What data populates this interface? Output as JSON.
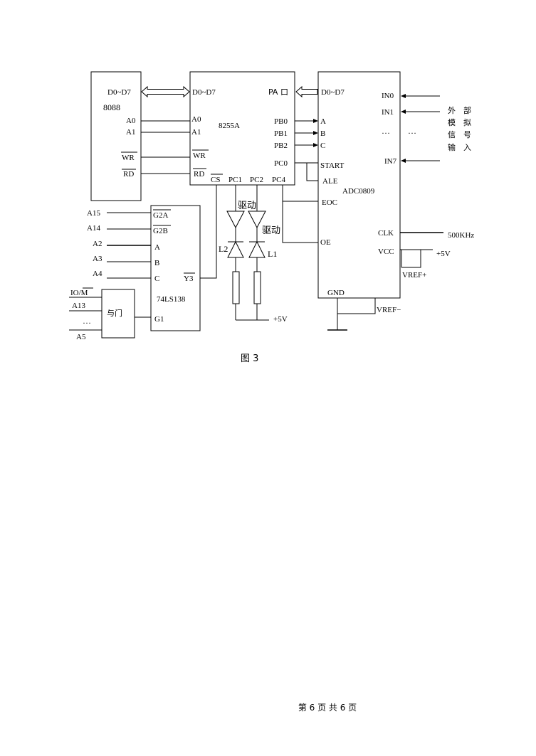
{
  "figure": {
    "caption": "图 3",
    "chip_8088": {
      "name": "8088",
      "data_bus": "D0~D7",
      "a0": "A0",
      "a1": "A1",
      "wr": "WR",
      "rd": "RD"
    },
    "chip_8255": {
      "name": "8255A",
      "d0d7": "D0~D7",
      "a0": "A0",
      "a1": "A1",
      "wr": "WR",
      "rd": "RD",
      "cs": "CS",
      "pa": "PA 口",
      "pb0": "PB0",
      "pb1": "PB1",
      "pb2": "PB2",
      "pc0": "PC0",
      "pc1": "PC1",
      "pc2": "PC2",
      "pc4": "PC4"
    },
    "chip_adc": {
      "name": "ADC0809",
      "d0d7": "D0~D7",
      "a": "A",
      "b": "B",
      "c": "C",
      "start": "START",
      "ale": "ALE",
      "eoc": "EOC",
      "oe": "OE",
      "in0": "IN0",
      "in1": "IN1",
      "in7": "IN7",
      "dots": "…",
      "clk": "CLK",
      "vcc": "VCC",
      "vref_plus": "VREF+",
      "gnd": "GND",
      "vref_minus": "VREF−"
    },
    "chip_138": {
      "name": "74LS138",
      "g2a": "G2A",
      "g2b": "G2B",
      "a": "A",
      "b": "B",
      "c": "C",
      "y3": "Y3",
      "g1": "G1",
      "in_a15": "A15",
      "in_a14": "A14",
      "in_a2": "A2",
      "in_a3": "A3",
      "in_a4": "A4"
    },
    "and_gate": {
      "label": "与门",
      "io_m": "IO/M",
      "a13": "A13",
      "dots": "…",
      "a5": "A5"
    },
    "driver": {
      "label1": "驱动",
      "label2": "驱动",
      "led_l1": "L1",
      "led_l2": "L2",
      "plus5v": "+5V"
    },
    "analog_input": {
      "line1": "外　部",
      "line2": "模　拟",
      "line3": "信　号",
      "line4": "输　入",
      "dots": "…"
    },
    "clock": {
      "freq": "500KHz"
    },
    "vcc_supply": "+5V"
  },
  "footer": {
    "page_text": "第 6 页 共 6 页"
  }
}
